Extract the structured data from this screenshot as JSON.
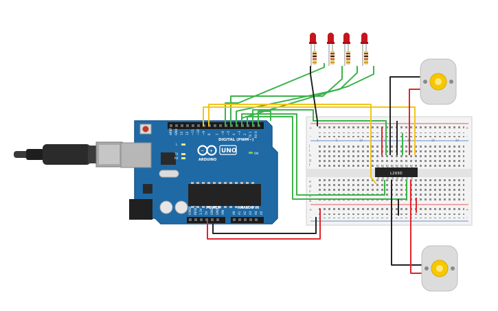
{
  "board": {
    "brand_text": "ARDUINO",
    "model_text": "UNO",
    "digital_header_label": "DIGITAL (PWM~)",
    "power_header_label": "POWER",
    "analog_header_label": "ANALOG IN",
    "on_label": "ON",
    "tx_label": "TX",
    "rx_label": "RX",
    "l_label": "L",
    "aref_label": "AREF",
    "gnd_label": "GND",
    "digital_pin_labels": [
      "13",
      "12",
      "~11",
      "~10",
      "~9",
      "8",
      "7",
      "~6",
      "~5",
      "4",
      "~3",
      "2",
      "TX 1",
      "RX 0"
    ],
    "power_pin_labels": [
      "IOREF",
      "RESET",
      "3.3V",
      "5V",
      "GND",
      "GND",
      "VIN"
    ],
    "analog_pin_labels": [
      "A0",
      "A1",
      "A2",
      "A3",
      "A4",
      "A5"
    ]
  },
  "chip": {
    "label": "L293D"
  },
  "breadboard": {
    "plus_label": "+",
    "minus_label": "-",
    "row_letters_top": [
      "j",
      "i",
      "h",
      "g",
      "f"
    ],
    "row_letters_bottom": [
      "e",
      "d",
      "c",
      "b",
      "a"
    ],
    "column_numbers": [
      "1",
      "5",
      "10",
      "15",
      "20",
      "25",
      "30"
    ]
  },
  "colors": {
    "wire_green": "#3bb34a",
    "wire_yellow": "#f2c419",
    "wire_red": "#e0242b",
    "wire_black": "#222222",
    "board_blue": "#1f6aa5",
    "breadboard_body": "#f3f3f3",
    "led_red": "#c8141c",
    "motor_body": "#dcdcdc",
    "motor_gear": "#f5c800"
  }
}
